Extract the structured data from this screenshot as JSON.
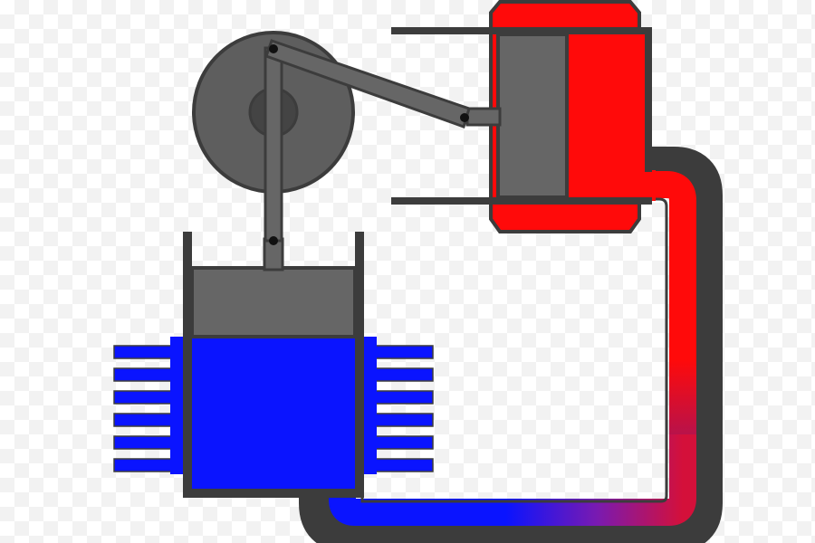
{
  "diagram": {
    "colors": {
      "outline": "#3c3c3c",
      "gray_fill": "#666666",
      "flywheel": "#5e5e5e",
      "hub": "#444444",
      "hot": "#ff0a0a",
      "cold": "#0a14ff",
      "transition": "#7a1ab0",
      "background": "#ffffff",
      "pin": "#111111"
    },
    "parts": {
      "flywheel": {
        "icon": "flywheel-wheel"
      },
      "cold_cylinder": {
        "icon": "cylinder-cold"
      },
      "hot_cylinder": {
        "icon": "cylinder-hot"
      },
      "cooling_fins": {
        "left_count": 6,
        "right_count": 6
      },
      "transfer_pipe": {
        "gradient": "cold-to-hot"
      }
    }
  }
}
